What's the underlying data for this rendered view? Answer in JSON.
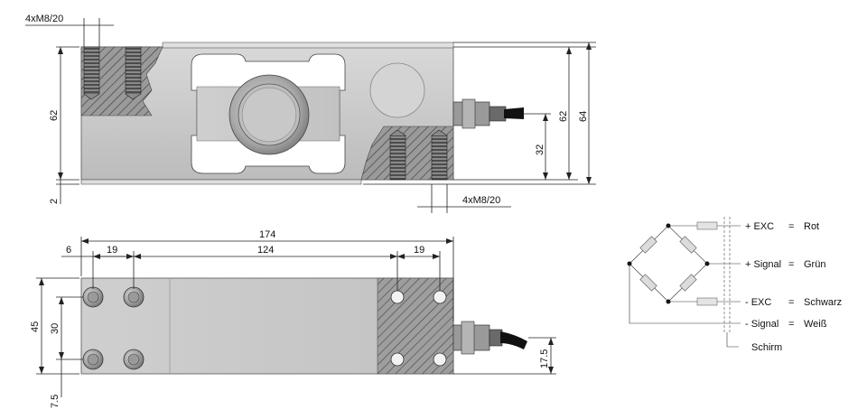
{
  "dimensions": {
    "thread_top": "4xM8/20",
    "thread_bottom": "4xM8/20",
    "side_height_left": "62",
    "side_height_right": "62",
    "overall_height": "64",
    "cable_height": "32",
    "base_offset": "2",
    "overall_length": "174",
    "edge_offset": "6",
    "hole_pitch_left": "19",
    "center_distance": "124",
    "hole_pitch_right": "19",
    "width": "45",
    "hole_spacing": "30",
    "bottom_offset": "7.5",
    "cable_offset": "17.5"
  },
  "wiring": [
    {
      "label": "+ EXC",
      "eq": "=",
      "color": "Rot"
    },
    {
      "label": "+ Signal",
      "eq": "=",
      "color": "Grün"
    },
    {
      "label": "- EXC",
      "eq": "=",
      "color": "Schwarz"
    },
    {
      "label": "- Signal",
      "eq": "=",
      "color": "Weiß"
    }
  ],
  "shield": "Schirm",
  "colors": {
    "body": "#c9c9c9",
    "body_dark": "#a8a8a8",
    "hatch": "#555555",
    "bridge": "#555555",
    "resistor": "#dcdcdc"
  }
}
